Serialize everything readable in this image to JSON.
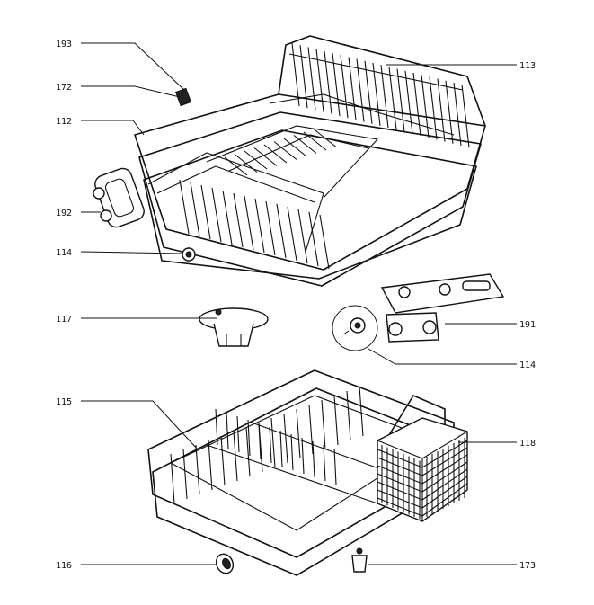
{
  "labels": {
    "l193": "193",
    "l172": "172",
    "l112": "112",
    "l192": "192",
    "l114a": "114",
    "l113": "113",
    "l117": "117",
    "l191": "191",
    "l114b": "114",
    "l115": "115",
    "l118": "118",
    "l116": "116",
    "l173": "173"
  }
}
